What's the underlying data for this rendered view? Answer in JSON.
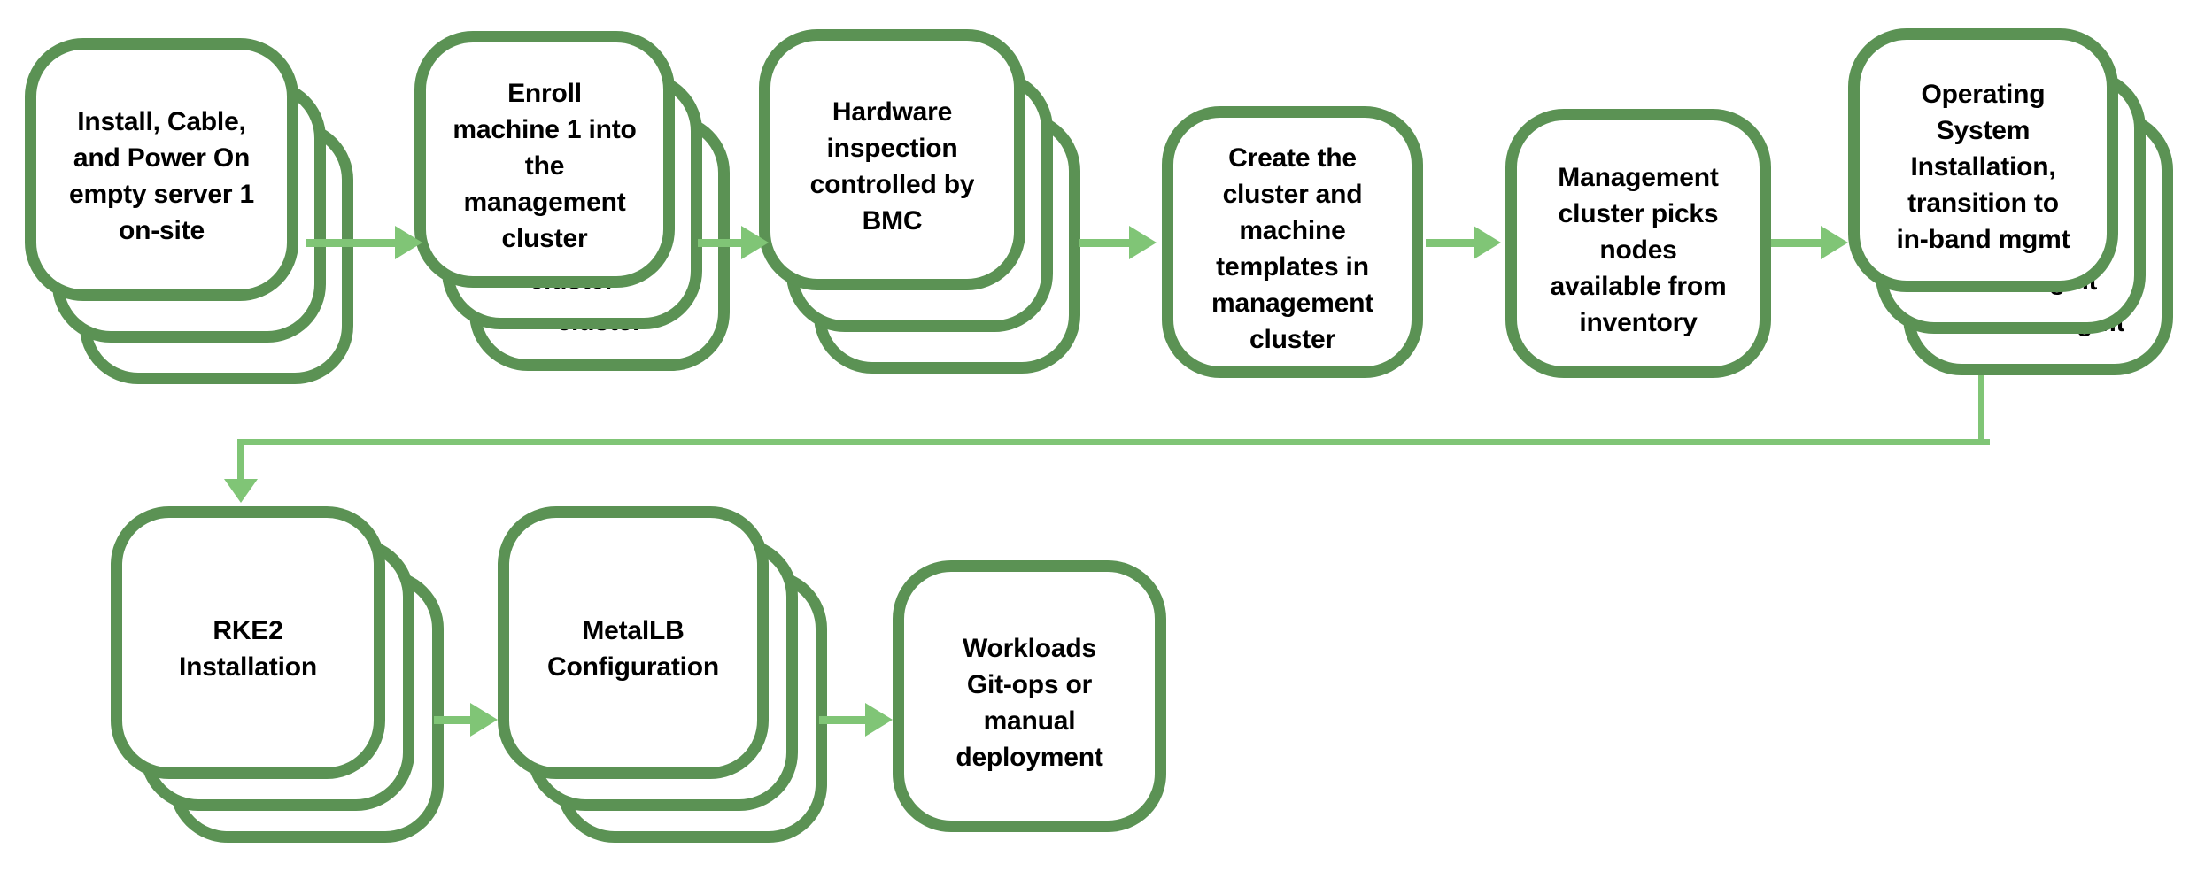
{
  "diagram": {
    "description": "Bare-metal provisioning flowchart with green rounded boxes; stacked boxes represent repeated per-server steps",
    "colors": {
      "background": "#ffffff",
      "box_border": "#5b9254",
      "box_fill": "#ffffff",
      "arrow_green": "#80c576",
      "text": "#000000"
    },
    "nodes": [
      {
        "id": "install-cable-power-on",
        "stacked": true,
        "text": "Install, Cable,\nand Power On\nempty server 1\non-site"
      },
      {
        "id": "enroll-machine",
        "stacked": true,
        "text": "Enroll\nmachine 1 into\nthe\nmanagement\ncluster"
      },
      {
        "id": "hardware-inspection",
        "stacked": true,
        "text": "Hardware\ninspection\ncontrolled by\nBMC"
      },
      {
        "id": "create-cluster-templates",
        "stacked": false,
        "text": "Create the\ncluster and\nmachine\ntemplates in\nmanagement\ncluster"
      },
      {
        "id": "management-picks-nodes",
        "stacked": false,
        "text": "Management\ncluster picks\nnodes\navailable from\ninventory"
      },
      {
        "id": "os-installation",
        "stacked": true,
        "text": "Operating\nSystem\nInstallation,\ntransition to\nin-band mgmt"
      },
      {
        "id": "rke2-installation",
        "stacked": true,
        "text": "RKE2\nInstallation"
      },
      {
        "id": "metallb-configuration",
        "stacked": true,
        "text": "MetalLB\nConfiguration"
      },
      {
        "id": "workloads-deployment",
        "stacked": false,
        "text": "Workloads\nGit-ops or\nmanual\ndeployment"
      }
    ],
    "edges": [
      {
        "from": "install-cable-power-on",
        "to": "enroll-machine"
      },
      {
        "from": "enroll-machine",
        "to": "hardware-inspection"
      },
      {
        "from": "hardware-inspection",
        "to": "create-cluster-templates"
      },
      {
        "from": "create-cluster-templates",
        "to": "management-picks-nodes"
      },
      {
        "from": "management-picks-nodes",
        "to": "os-installation"
      },
      {
        "from": "os-installation",
        "to": "rke2-installation"
      },
      {
        "from": "rke2-installation",
        "to": "metallb-configuration"
      },
      {
        "from": "metallb-configuration",
        "to": "workloads-deployment"
      }
    ]
  }
}
